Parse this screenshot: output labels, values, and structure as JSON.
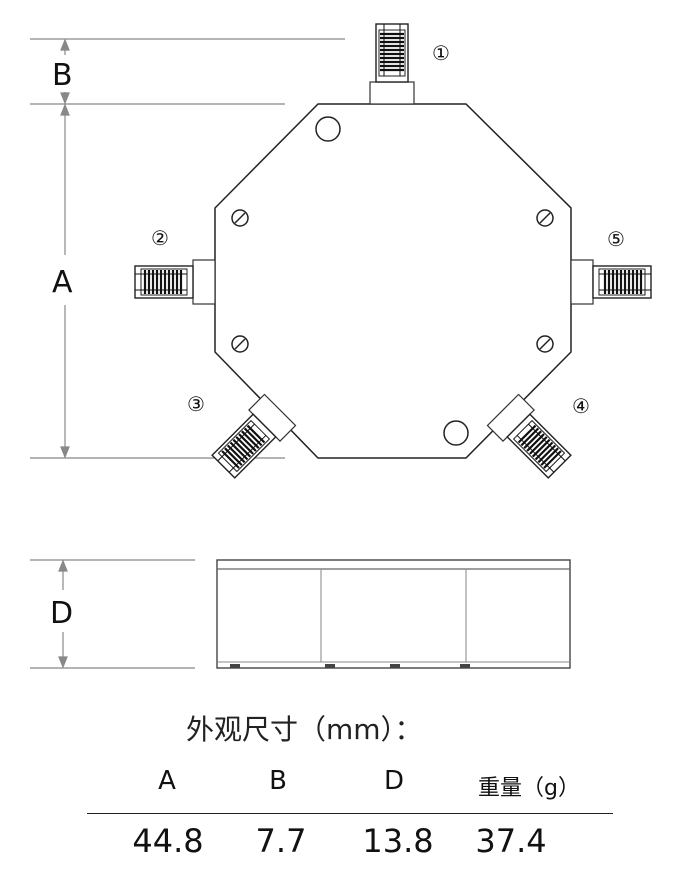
{
  "ports": [
    "①",
    "②",
    "③",
    "④",
    "⑤"
  ],
  "dimension_labels": {
    "a": "A",
    "b": "B",
    "d": "D"
  },
  "table": {
    "title": "外观尺寸（mm）：",
    "headers": [
      "A",
      "B",
      "D",
      "重量（g）"
    ],
    "values": [
      "44.8",
      "7.7",
      "13.8",
      "37.4"
    ]
  }
}
